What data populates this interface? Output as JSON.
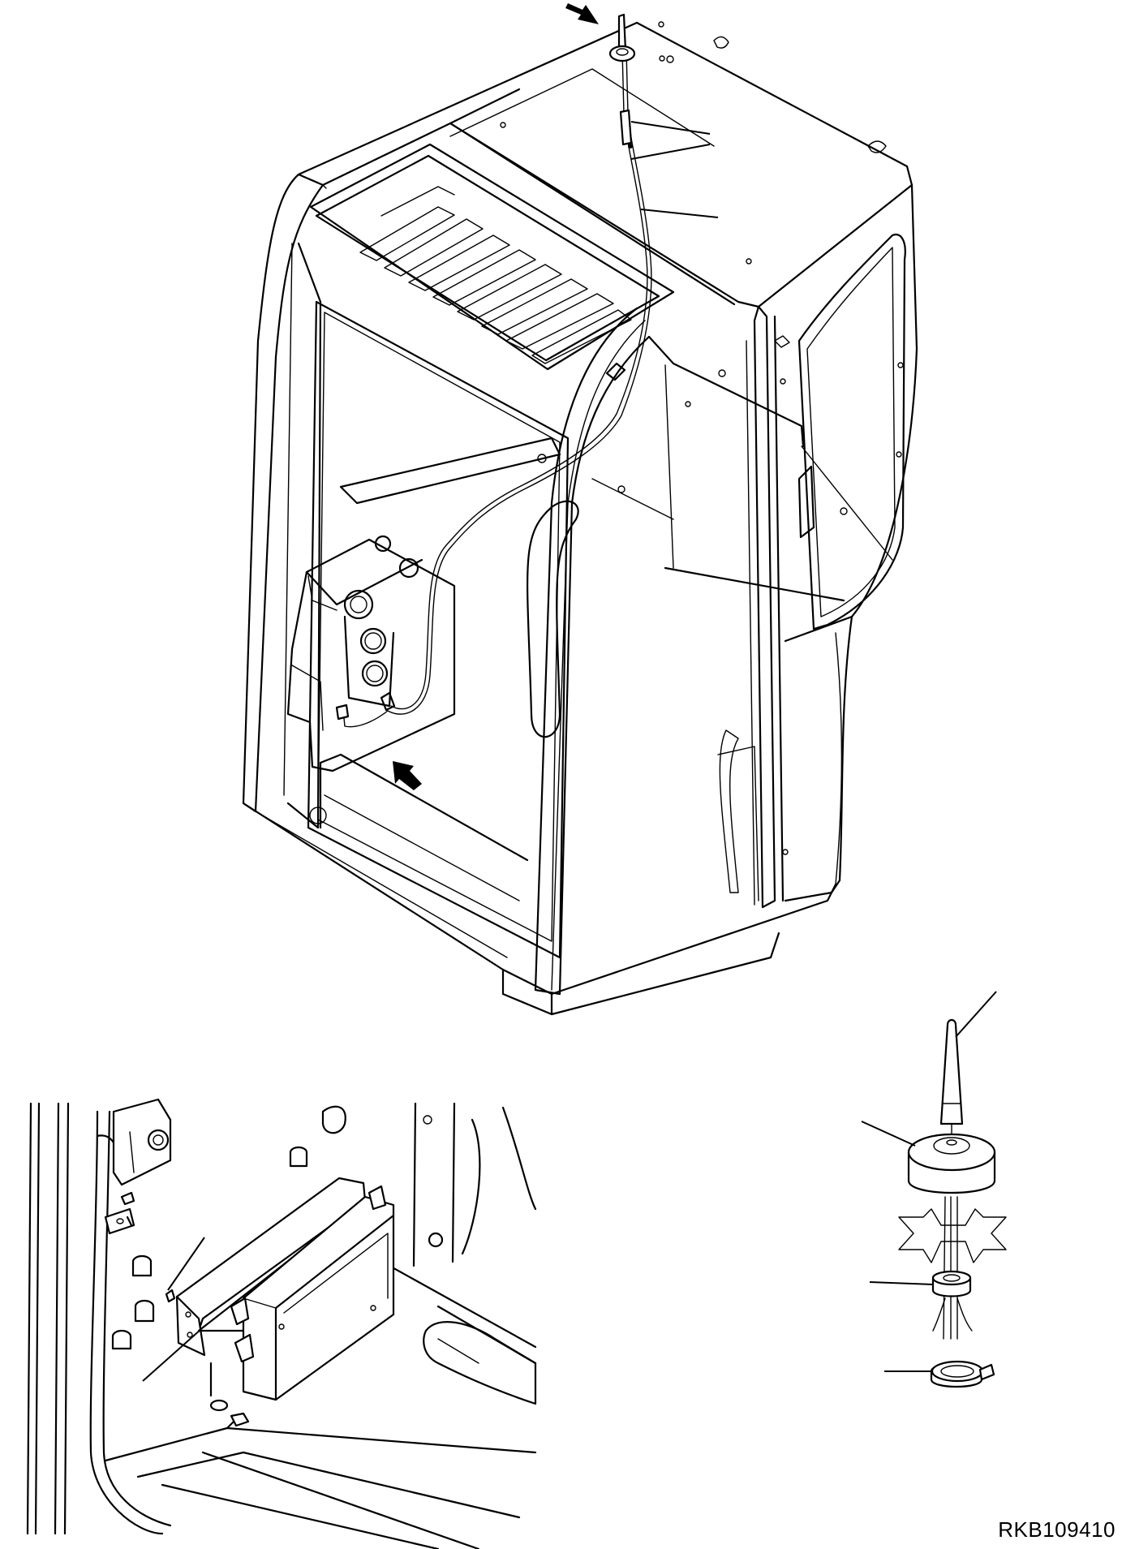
{
  "drawing": {
    "code": "RKB109410",
    "callouts": [
      {
        "name": "cable-segment-a"
      },
      {
        "name": "cable-segment-b"
      },
      {
        "name": "antenna-cable"
      },
      {
        "name": "antenna-rod"
      },
      {
        "name": "antenna-base"
      },
      {
        "name": "grommet"
      },
      {
        "name": "nut"
      },
      {
        "name": "bracket-bolt"
      },
      {
        "name": "mounting-plate"
      }
    ],
    "indicators": [
      "arrow-to-antenna-top",
      "arrow-to-radio-mount"
    ]
  }
}
